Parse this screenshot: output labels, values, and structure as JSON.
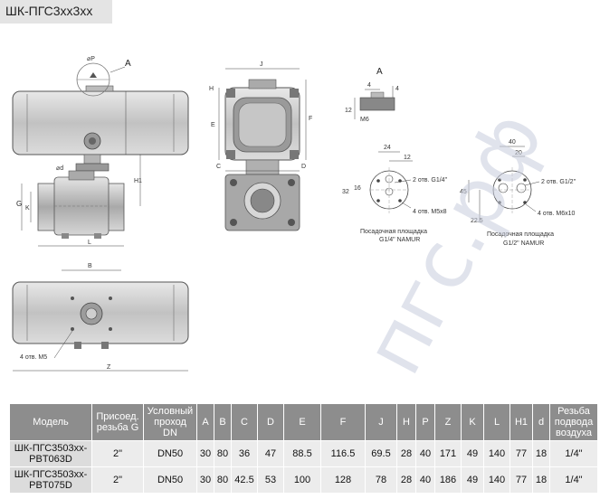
{
  "title": "ШК-ПГС3хх3хх",
  "watermark": "пгс.рф",
  "drawing_labels": {
    "view_a": "A",
    "dim_p": "⌀P",
    "dim_d": "⌀d",
    "dim_g": "G",
    "dim_k": "K",
    "dim_l": "L",
    "dim_h1": "H1",
    "dim_h": "H",
    "dim_j": "J",
    "dim_e": "E",
    "dim_f": "F",
    "dim_c": "C",
    "dim_d2": "D",
    "dim_b": "B",
    "dim_z": "Z",
    "holes_m5_bottom": "4 отв. M5",
    "detail_a_4a": "4",
    "detail_a_4b": "4",
    "detail_a_12": "12",
    "detail_a_m6": "M6",
    "p1_24": "24",
    "p1_12": "12",
    "p1_32": "32",
    "p1_16": "16",
    "p1_holes_g": "2 отв. G1/4\"",
    "p1_holes_m": "4 отв. M5x8",
    "p1_caption_1": "Посадочная площадка",
    "p1_caption_2": "G1/4\" NAMUR",
    "p2_40": "40",
    "p2_20": "20",
    "p2_45": "45",
    "p2_225": "22.5",
    "p2_holes_g": "2 отв. G1/2\"",
    "p2_holes_m": "4 отв. M6x10",
    "p2_caption_1": "Посадочная площадка",
    "p2_caption_2": "G1/2\" NAMUR"
  },
  "table": {
    "headers": [
      "Модель",
      "Присоед. резьба G",
      "Условный проход DN",
      "A",
      "B",
      "C",
      "D",
      "E",
      "F",
      "J",
      "H",
      "P",
      "Z",
      "K",
      "L",
      "H1",
      "d",
      "Резьба подвода воздуха"
    ],
    "rows": [
      [
        "ШК-ПГС3503хх-PBT063D",
        "2\"",
        "DN50",
        "30",
        "80",
        "36",
        "47",
        "88.5",
        "116.5",
        "69.5",
        "28",
        "40",
        "171",
        "49",
        "140",
        "77",
        "18",
        "1/4\""
      ],
      [
        "ШК-ПГС3503хх-PBT075D",
        "2\"",
        "DN50",
        "30",
        "80",
        "42.5",
        "53",
        "100",
        "128",
        "78",
        "28",
        "40",
        "186",
        "49",
        "140",
        "77",
        "18",
        "1/4\""
      ]
    ]
  },
  "colors": {
    "title_bg": "#e4e4e4",
    "header_bg": "#8d8d8d",
    "cell_bg": "#ececec",
    "actuator_body": "#c9c9c9",
    "watermark": "#c8cddd"
  }
}
